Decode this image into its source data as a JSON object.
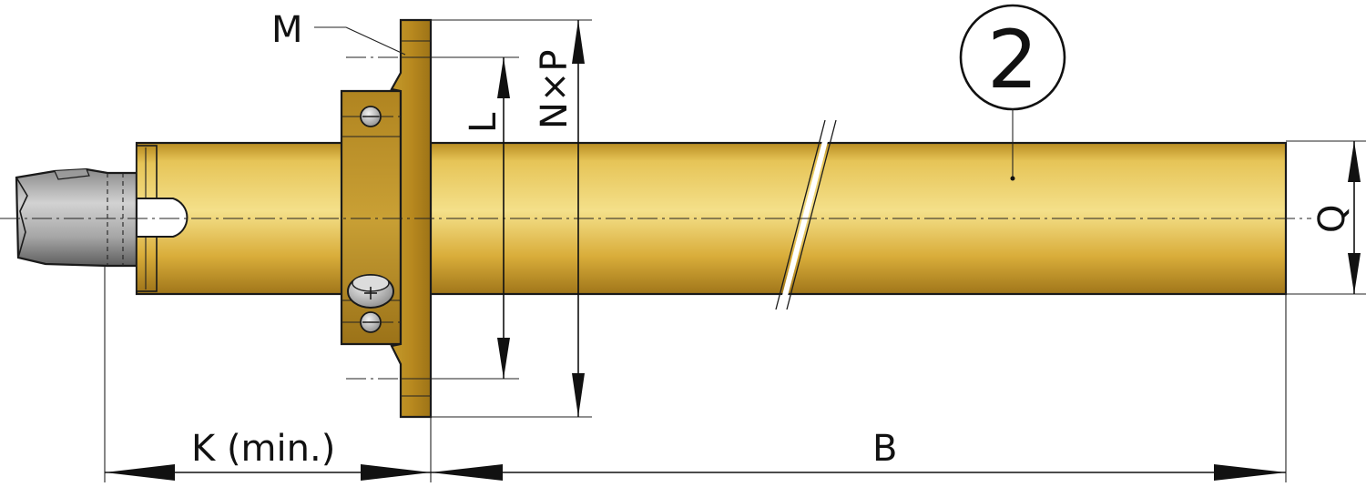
{
  "labels": {
    "M": "M",
    "NxP": "N×P",
    "L": "L",
    "Q": "Q",
    "K": "K (min.)",
    "B": "B",
    "callout": "2"
  },
  "colors": {
    "brass_light": "#f2dc7a",
    "brass_mid": "#e0b845",
    "brass_dark": "#a57a18",
    "steel_light": "#c9c9c9",
    "steel_dark": "#6a6a6a",
    "line": "#111111"
  }
}
